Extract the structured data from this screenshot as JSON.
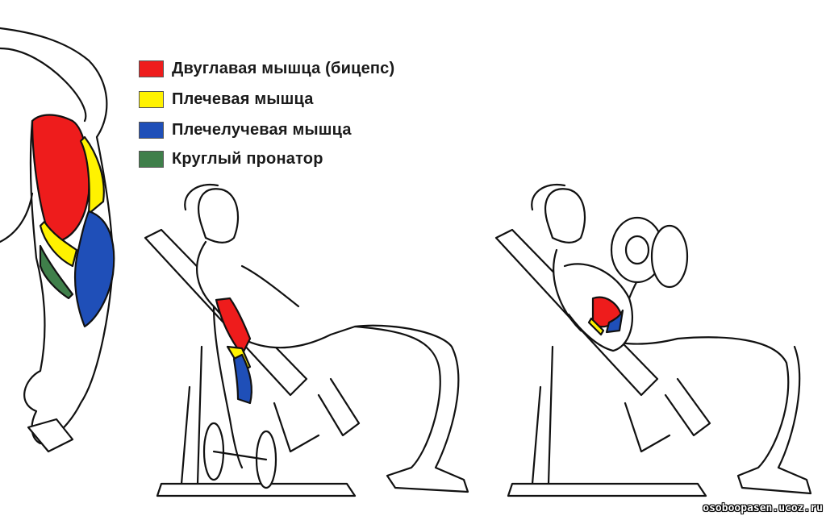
{
  "legend": {
    "items": [
      {
        "label": "Двуглавая мышца (бицепс)",
        "color": "#ee1c1c"
      },
      {
        "label": "Плечевая мышца",
        "color": "#fff200"
      },
      {
        "label": "Плечелучевая мышца",
        "color": "#1f4fb8"
      },
      {
        "label": "Круглый пронатор",
        "color": "#3f7f4a"
      }
    ]
  },
  "watermark": "osoboopasen.ucoz.ru"
}
